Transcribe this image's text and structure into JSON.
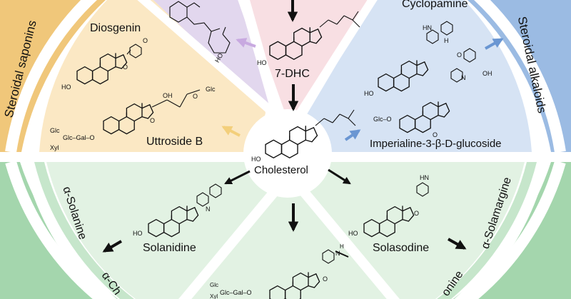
{
  "colors": {
    "saponin_band": "#f0c77a",
    "saponin_sector": "#fbe8c4",
    "alkaloid_band": "#9bbbe3",
    "alkaloid_sector": "#d6e3f4",
    "top_left_sector": "#e2d7ee",
    "top_center_sector": "#f8dfe3",
    "green_outer": "#a4d6ad",
    "green_inner": "#c6e6cb",
    "green_sector": "#e2f2e3",
    "divider": "#ffffff",
    "arrow_black": "#111111",
    "arrow_purple": "#c8a9e0",
    "arrow_blue": "#6a96d2",
    "arrow_yellow": "#f3cf7b",
    "text": "#111111"
  },
  "categories": {
    "saponins": "Steroidal saponins",
    "alkaloids": "Steroidal alkaloids"
  },
  "compounds": {
    "cholesterol": "Cholesterol",
    "dhc": "7-DHC",
    "diosgenin": "Diosgenin",
    "uttroside": "Uttroside B",
    "cyclopamine": "Cyclopamine",
    "imperialine": "Imperialine-3-β-D-glucoside",
    "solanidine": "Solanidine",
    "solasodine": "Solasodine",
    "solanine": "α-Solanine",
    "chaconine": "α-Ch",
    "solamargine": "α-Solamargine",
    "sonine": "onine"
  },
  "atoms": {
    "ho": "HO",
    "hn": "HN",
    "n": "N",
    "o": "O",
    "oh": "OH",
    "h": "H",
    "glc": "Glc",
    "xyl": "Xyl",
    "glc_gal_o": "Glc–Gal–O",
    "glc_o": "Glc–O"
  }
}
